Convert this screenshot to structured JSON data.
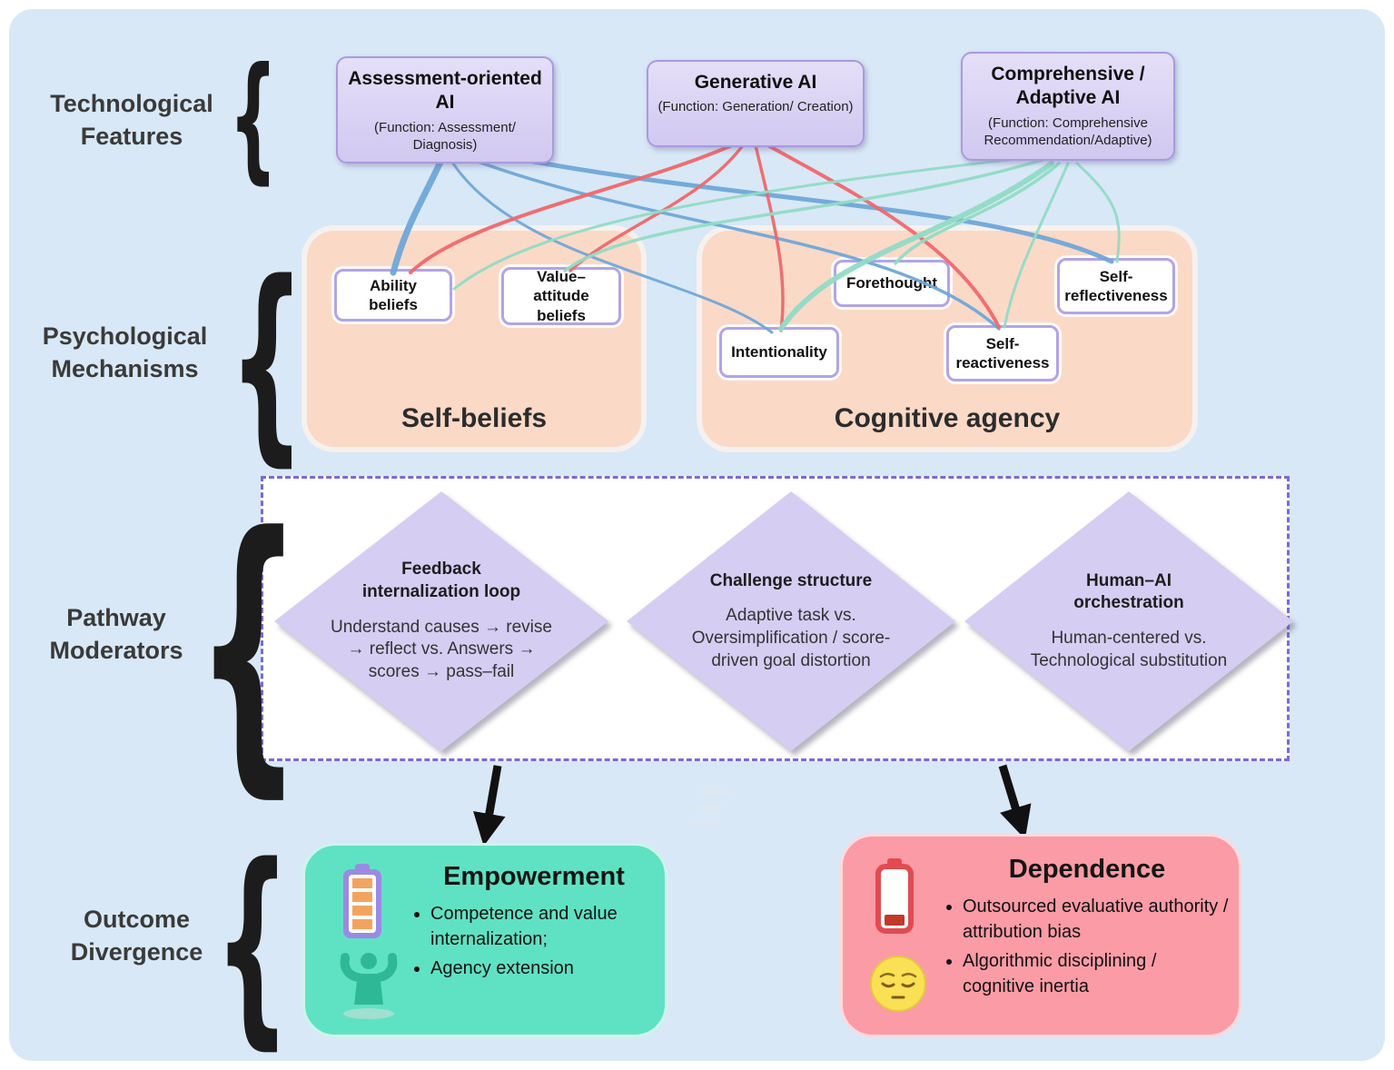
{
  "sections": {
    "technological": "Technological Features",
    "psychological": "Psychological Mechanisms",
    "moderators": "Pathway Moderators",
    "outcome": "Outcome Divergence"
  },
  "icons": {
    "brace": "{"
  },
  "tech_boxes": [
    {
      "title": "Assessment-oriented AI",
      "subtitle": "(Function: Assessment/ Diagnosis)"
    },
    {
      "title": "Generative AI",
      "subtitle": "(Function: Generation/ Creation)"
    },
    {
      "title": "Comprehensive / Adaptive AI",
      "subtitle": "(Function: Comprehensive Recommendation/Adaptive)"
    }
  ],
  "mechanisms": {
    "self_beliefs": {
      "label": "Self-beliefs",
      "items": [
        {
          "label": "Ability beliefs"
        },
        {
          "label": "Value–attitude beliefs"
        }
      ]
    },
    "cognitive_agency": {
      "label": "Cognitive agency",
      "items": [
        {
          "label": "Intentionality"
        },
        {
          "label": "Forethought"
        },
        {
          "label": "Self-reactiveness"
        },
        {
          "label": "Self-reflectiveness"
        }
      ]
    }
  },
  "moderators": [
    {
      "title": "Feedback internalization loop",
      "body": "Understand causes → revise → reflect vs. Answers → scores → pass–fail"
    },
    {
      "title": "Challenge structure",
      "body": "Adaptive task vs. Oversimplification / score-driven goal distortion"
    },
    {
      "title": "Human–AI orchestration",
      "body": "Human-centered vs. Technological substitution"
    }
  ],
  "outcomes": {
    "empowerment": {
      "title": "Empowerment",
      "bullets": [
        "Competence and value internalization;",
        "Agency extension"
      ]
    },
    "dependence": {
      "title": "Dependence",
      "bullets": [
        "Outsourced evaluative authority / attribution bias",
        "Algorithmic disciplining / cognitive inertia"
      ]
    }
  },
  "colors": {
    "background": "#d8e8f6",
    "assessment_line": "#6fa8d8",
    "generative_line": "#f0686b",
    "adaptive_line": "#92dcc6",
    "tech_box_fill": "#d6cdf2",
    "mechanism_group_fill": "#fbd9c7",
    "diamond_fill": "#d6cdf2",
    "dashed_border": "#7b6ad9",
    "empowerment_bg": "#5fe2c3",
    "dependence_bg": "#fb9ba6"
  }
}
